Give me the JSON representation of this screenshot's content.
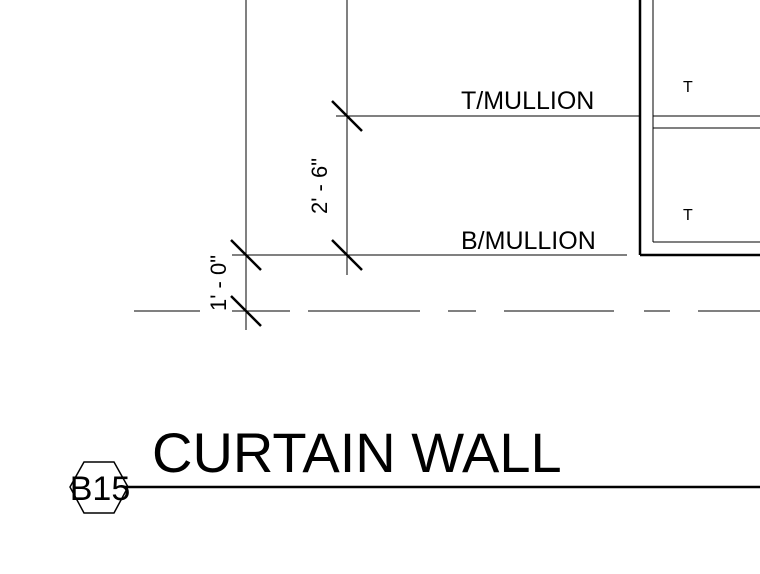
{
  "drawing": {
    "title": "CURTAIN WALL",
    "detail_ref": "B15",
    "levels": [
      {
        "label": "T/MULLION"
      },
      {
        "label": "B/MULLION"
      }
    ],
    "dimensions": [
      {
        "label": "2' - 6\""
      },
      {
        "label": "1' - 0\""
      }
    ],
    "mullion_tags": [
      "T",
      "T"
    ],
    "line_color": "#000000"
  }
}
